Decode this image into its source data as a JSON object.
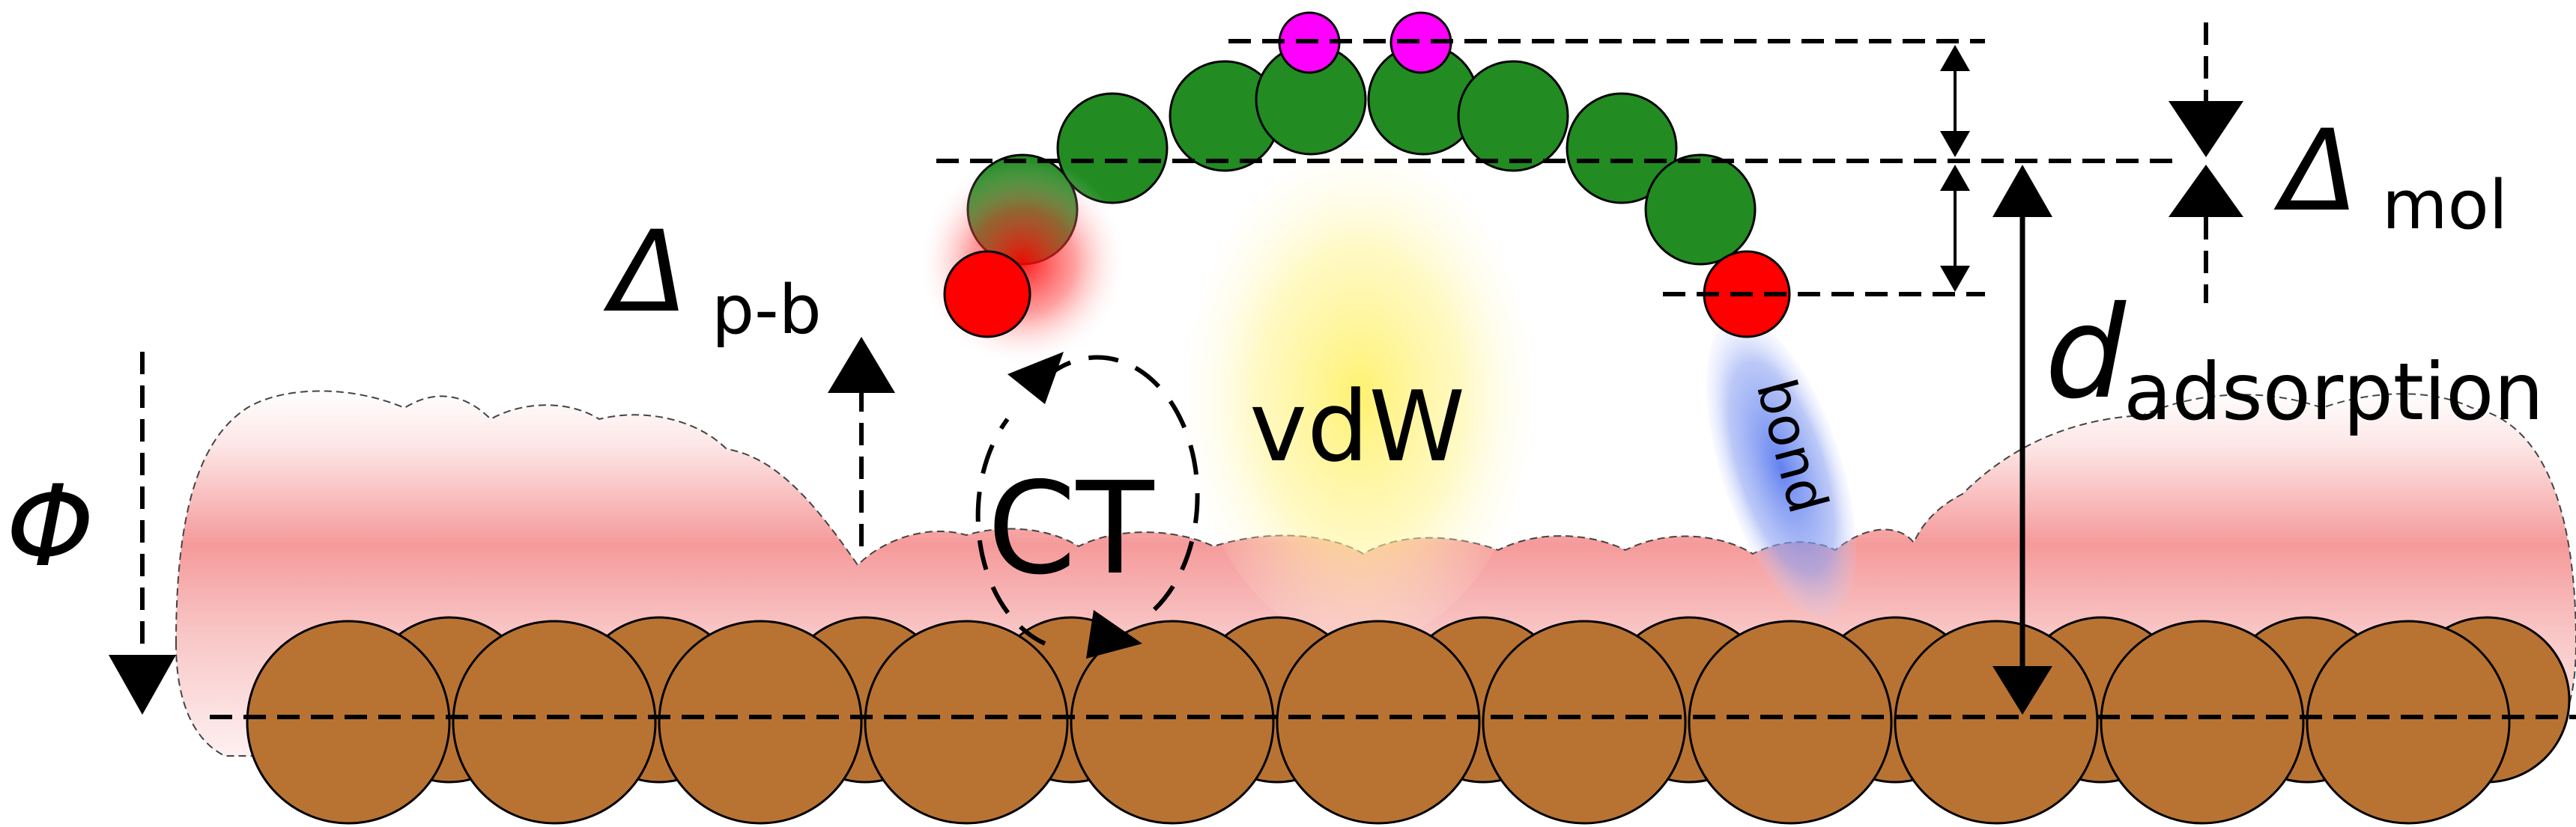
{
  "labels": {
    "phi": "Φ",
    "delta_pb": "Δ",
    "delta_pb_sub": "p-b",
    "ct": "CT",
    "vdw": "vdW",
    "bond": "bond",
    "delta_mol": "Δ",
    "delta_mol_sub": "mol",
    "d_adsorption": "d",
    "d_adsorption_sub": "adsorption"
  },
  "colors": {
    "substrate_atom": "#b87333",
    "molecule_atom": "#228b22",
    "hydrogen_atom": "#ff00ff",
    "oxygen_atom": "#ff0000",
    "electron_density": "#f4a0a0",
    "vdw_glow": "#fff39a",
    "bond_glow": "#7f96f2",
    "line": "#000000"
  },
  "icons": [
    "arrow-down-icon",
    "arrow-up-icon",
    "double-arrow-icon",
    "pinch-arrows-icon"
  ]
}
